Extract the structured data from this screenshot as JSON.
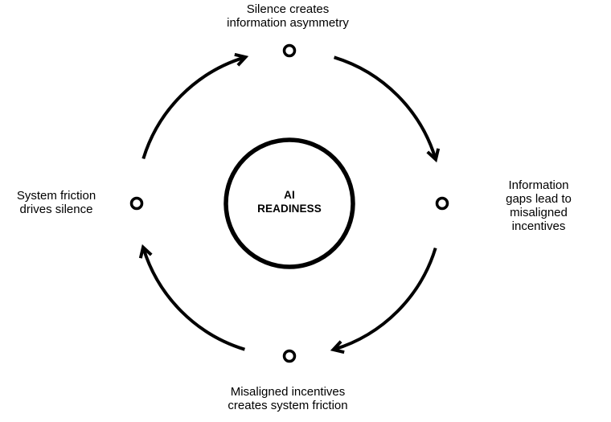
{
  "diagram": {
    "center_label": "AI\nREADINESS",
    "nodes": {
      "top": {
        "label": "Silence creates\ninformation asymmetry"
      },
      "right": {
        "label": "Information gaps lead to\nmisaligned incentives"
      },
      "bottom": {
        "label": "Misaligned incentives\ncreates system friction"
      },
      "left": {
        "label": "System friction\ndrives silence"
      }
    },
    "edges": [
      {
        "from": "left",
        "to": "top"
      },
      {
        "from": "top",
        "to": "right"
      },
      {
        "from": "right",
        "to": "bottom"
      },
      {
        "from": "bottom",
        "to": "left"
      }
    ],
    "colors": {
      "stroke": "#000000",
      "text": "#000000",
      "background": "#ffffff"
    }
  }
}
